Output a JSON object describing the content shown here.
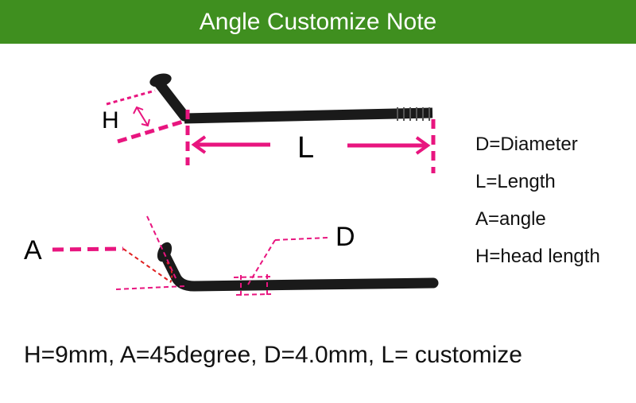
{
  "header": {
    "title": "Angle Customize Note"
  },
  "diagram": {
    "labels": {
      "h": "H",
      "l": "L",
      "a": "A",
      "d": "D"
    }
  },
  "legend": [
    "D=Diameter",
    "L=Length",
    "A=angle",
    "H=head length"
  ],
  "spec": "H=9mm, A=45degree, D=4.0mm, L= customize",
  "colors": {
    "banner": "#3f8f1f",
    "annotation": "#e8157f",
    "angle_line": "#e02020",
    "spoke": "#1a1a1a"
  }
}
